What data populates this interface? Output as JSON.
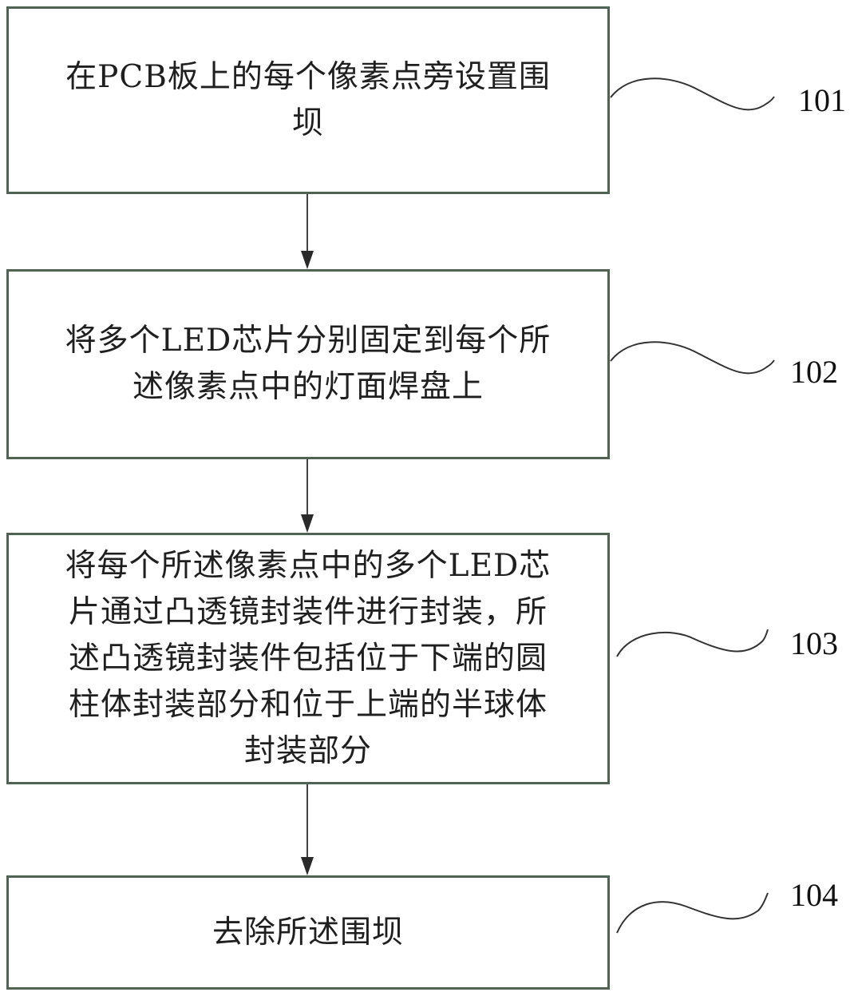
{
  "diagram": {
    "type": "flowchart",
    "direction": "top-to-bottom",
    "steps": [
      {
        "id": "101",
        "text": "在PCB板上的每个像素点旁设置围坝",
        "lines": [
          "在PCB板上的每个像素点旁设置围",
          "坝"
        ]
      },
      {
        "id": "102",
        "text": "将多个LED芯片分别固定到每个所述像素点中的灯面焊盘上",
        "lines": [
          "将多个LED芯片分别固定到每个所",
          "述像素点中的灯面焊盘上"
        ]
      },
      {
        "id": "103",
        "text": "将每个所述像素点中的多个LED芯片通过凸透镜封装件进行封装，所述凸透镜封装件包括位于下端的圆柱体封装部分和位于上端的半球体封装部分",
        "lines": [
          "将每个所述像素点中的多个LED芯",
          "片通过凸透镜封装件进行封装，所",
          "述凸透镜封装件包括位于下端的圆",
          "柱体封装部分和位于上端的半球体",
          "封装部分"
        ]
      },
      {
        "id": "104",
        "text": "去除所述围坝",
        "lines": [
          "去除所述围坝"
        ]
      }
    ],
    "edges": [
      {
        "from": "101",
        "to": "102"
      },
      {
        "from": "102",
        "to": "103"
      },
      {
        "from": "103",
        "to": "104"
      }
    ],
    "colors": {
      "box_border": "#4f6352",
      "arrow": "#333333",
      "text": "#1f1f1f"
    }
  }
}
